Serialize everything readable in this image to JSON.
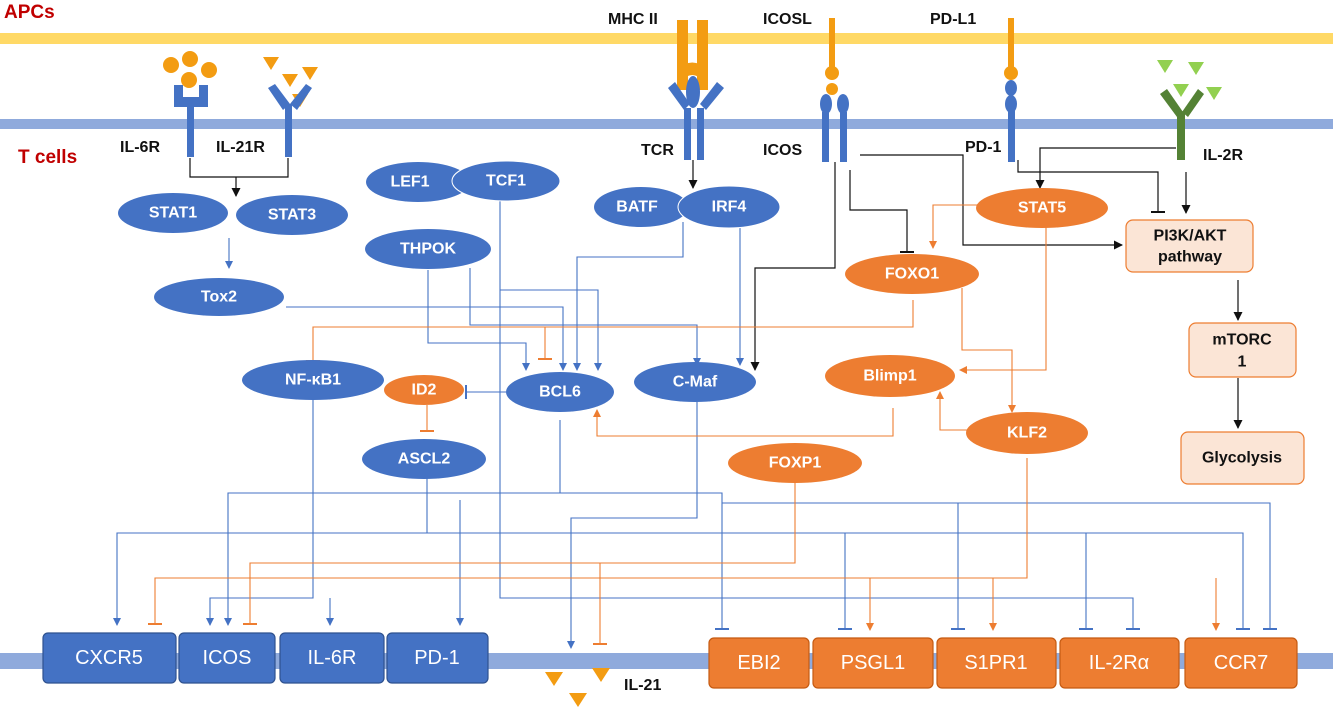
{
  "regions": {
    "apcs": "APCs",
    "tcells": "T cells"
  },
  "receptors": {
    "il6r": "IL-6R",
    "il21r": "IL-21R",
    "mhc2": "MHC II",
    "tcr": "TCR",
    "icosl": "ICOSL",
    "icos": "ICOS",
    "pdl1": "PD-L1",
    "pd1": "PD-1",
    "il2r": "IL-2R"
  },
  "factors": {
    "stat1": "STAT1",
    "stat3": "STAT3",
    "tox2": "Tox2",
    "lef1": "LEF1",
    "tcf1": "TCF1",
    "thpok": "THPOK",
    "batf": "BATF",
    "irf4": "IRF4",
    "nfkb1": "NF-κB1",
    "id2": "ID2",
    "bcl6": "BCL6",
    "cmaf": "C-Maf",
    "ascl2": "ASCL2",
    "stat5": "STAT5",
    "foxo1": "FOXO1",
    "blimp1": "Blimp1",
    "klf2": "KLF2",
    "foxp1": "FOXP1"
  },
  "pathway": {
    "pi3k_line1": "PI3K/AKT",
    "pi3k_line2": "pathway",
    "mtorc_line1": "mTORC",
    "mtorc_line2": "1",
    "glycolysis": "Glycolysis"
  },
  "targets": {
    "cxcr5": "CXCR5",
    "icos": "ICOS",
    "il6r": "IL-6R",
    "pd1": "PD-1",
    "ebi2": "EBI2",
    "psgl1": "PSGL1",
    "s1pr1": "S1PR1",
    "il2ra": "IL-2Rα",
    "ccr7": "CCR7"
  },
  "secreted": {
    "il21": "IL-21"
  },
  "colors": {
    "apc_membrane": "#ffd966",
    "tcell_membrane": "#8faadc",
    "promoter": "#4472c4",
    "repressor": "#ed7d31",
    "il2r": "#548235",
    "il2_ligand": "#92d050",
    "box_fill": "#fbe5d6",
    "region_label": "#c00000"
  }
}
